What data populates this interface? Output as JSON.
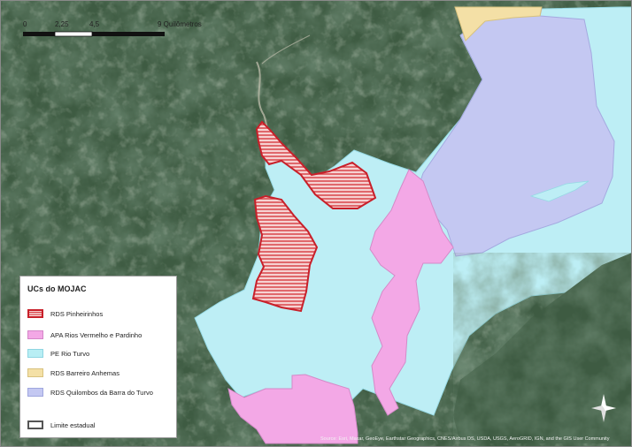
{
  "scale_bar": {
    "ticks": [
      "0",
      "2,25",
      "4,5",
      "9 Quilômetros"
    ]
  },
  "legend": {
    "title": "UCs do MOJAC",
    "items": [
      {
        "label": "RDS Pinheirinhos",
        "fill": "#f4c8c8",
        "stroke": "#c8202a",
        "hatched": true
      },
      {
        "label": "APA Rios Vermelho e Pardinho",
        "fill": "#f3a8e6",
        "stroke": "#d486c8",
        "hatched": false
      },
      {
        "label": "PE Rio Turvo",
        "fill": "#b8eef4",
        "stroke": "#8fd6e2",
        "hatched": false
      },
      {
        "label": "RDS Barreiro Anhemas",
        "fill": "#f4e0a6",
        "stroke": "#d8c27e",
        "hatched": false
      },
      {
        "label": "RDS Quilombos da Barra do Turvo",
        "fill": "#c4c8f2",
        "stroke": "#9fa6de",
        "hatched": false
      }
    ],
    "boundary": {
      "label": "Limite estadual",
      "stroke": "#555555"
    }
  },
  "attribution": "Source: Esri, Maxar, GeoEye, Earthstar Geographics, CNES/Airbus DS, USDA, USGS, AeroGRID, IGN, and the GIS User Community",
  "north_arrow": {
    "icon": "north-arrow-icon"
  },
  "colors": {
    "forest": "#3d5a40",
    "rds_pinheirinhos": "#c8202a",
    "pe_rio_turvo": "#b8eef4",
    "apa": "#f3a8e6",
    "rds_quilombos": "#c4c8f2",
    "rds_barreiro": "#f4e0a6"
  }
}
